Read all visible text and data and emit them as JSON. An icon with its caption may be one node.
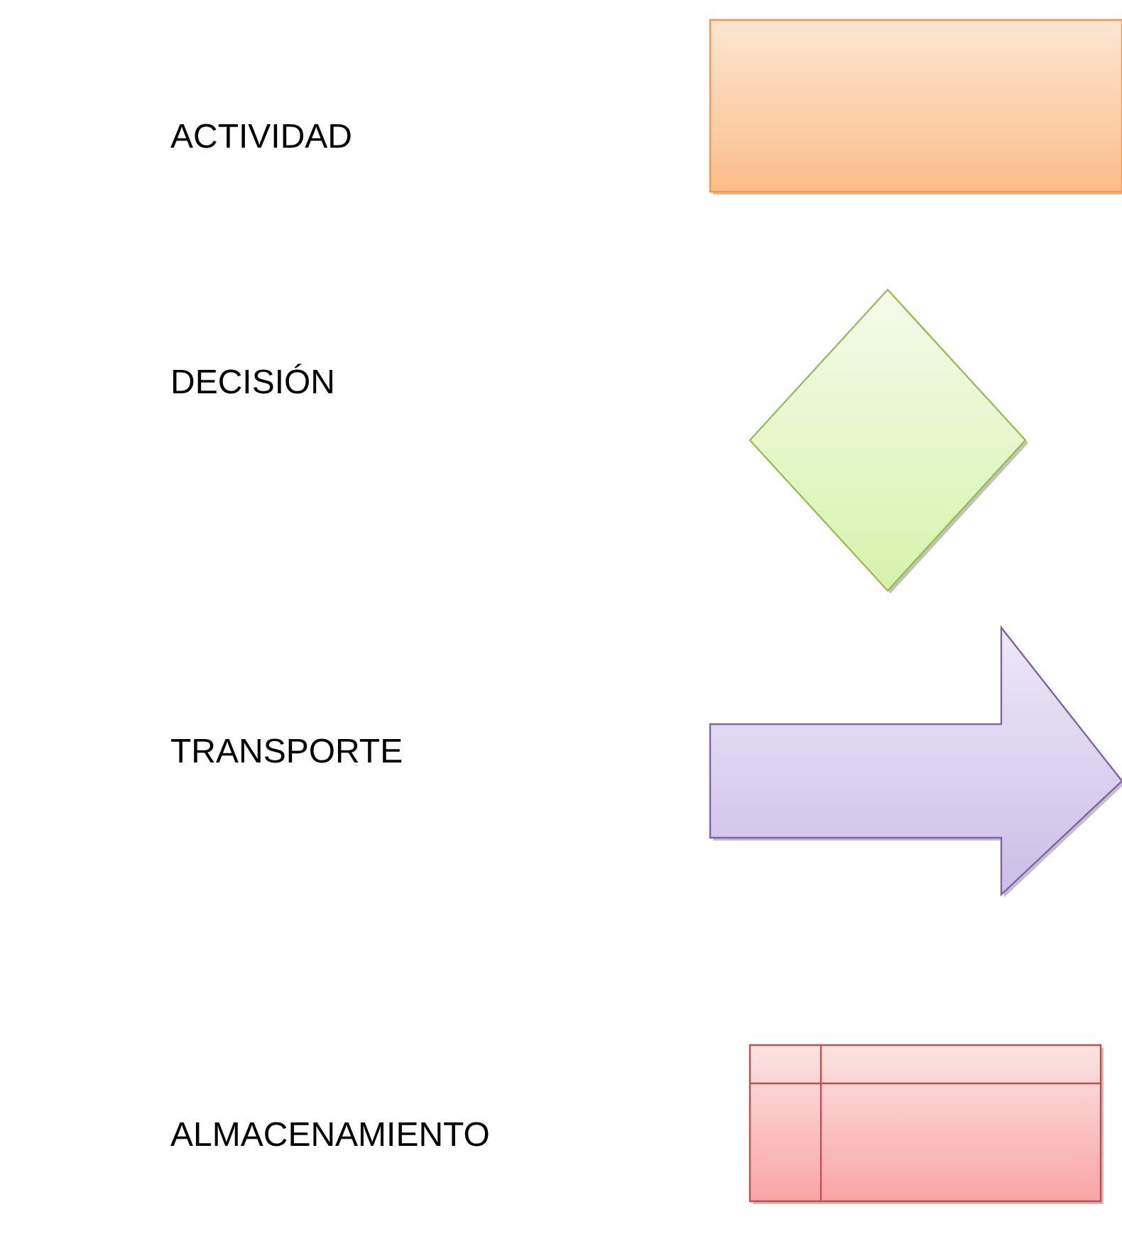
{
  "diagram": {
    "legend": [
      {
        "text": "ACTIVIDAD"
      },
      {
        "text": "DECISIÓN"
      },
      {
        "text": "TRANSPORTE"
      },
      {
        "text": "ALMACENAMIENTO"
      }
    ]
  }
}
